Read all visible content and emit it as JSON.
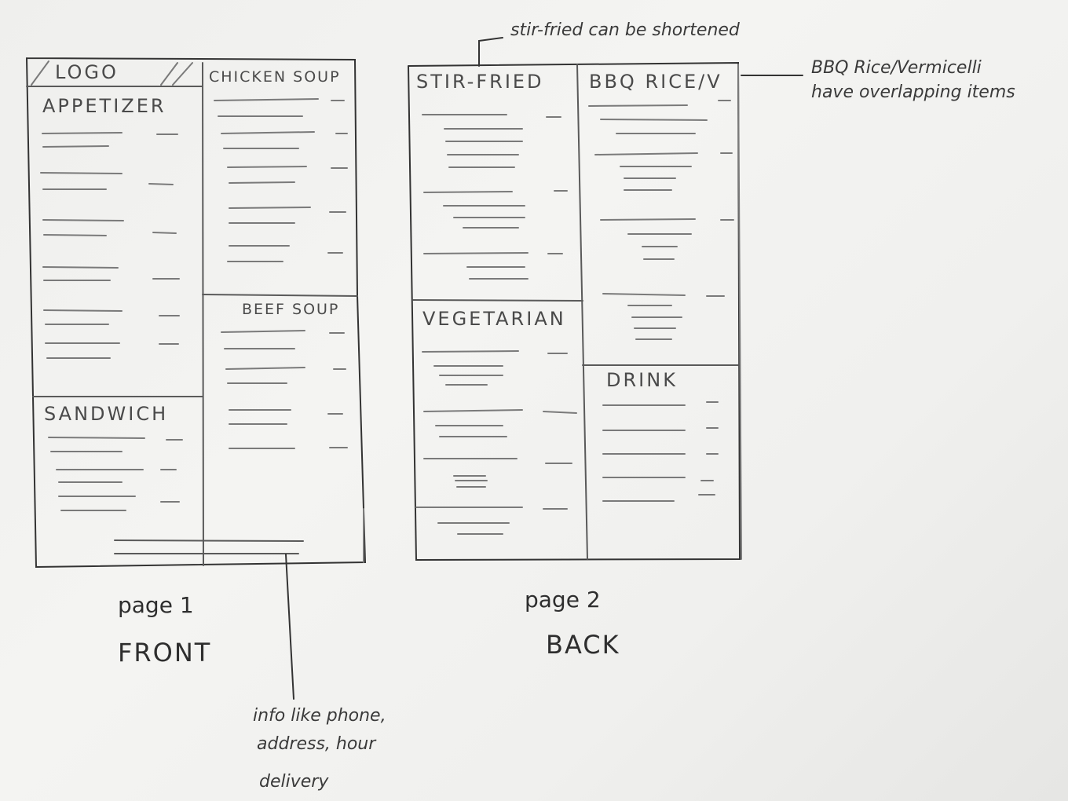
{
  "page1": {
    "logo": "LOGO",
    "sections": {
      "appetizer": "APPETIZER",
      "sandwich": "SANDWICH",
      "chicken_soup": "CHICKEN SOUP",
      "beef_soup": "BEEF SOUP"
    },
    "caption_line1": "page 1",
    "caption_line2": "FRONT"
  },
  "page2": {
    "sections": {
      "stir_fried": "STIR-FRIED",
      "bbq": "BBQ RICE/V",
      "vegetarian": "VEGETARIAN",
      "drink": "DRINK"
    },
    "caption_line1": "page 2",
    "caption_line2": "BACK"
  },
  "notes": {
    "stir_fried": "stir-fried can be shortened",
    "bbq_line1": "BBQ Rice/Vermicelli",
    "bbq_line2": "have overlapping items",
    "info_line1": "info like phone,",
    "info_line2": "address, hour",
    "info_line3": "delivery"
  }
}
